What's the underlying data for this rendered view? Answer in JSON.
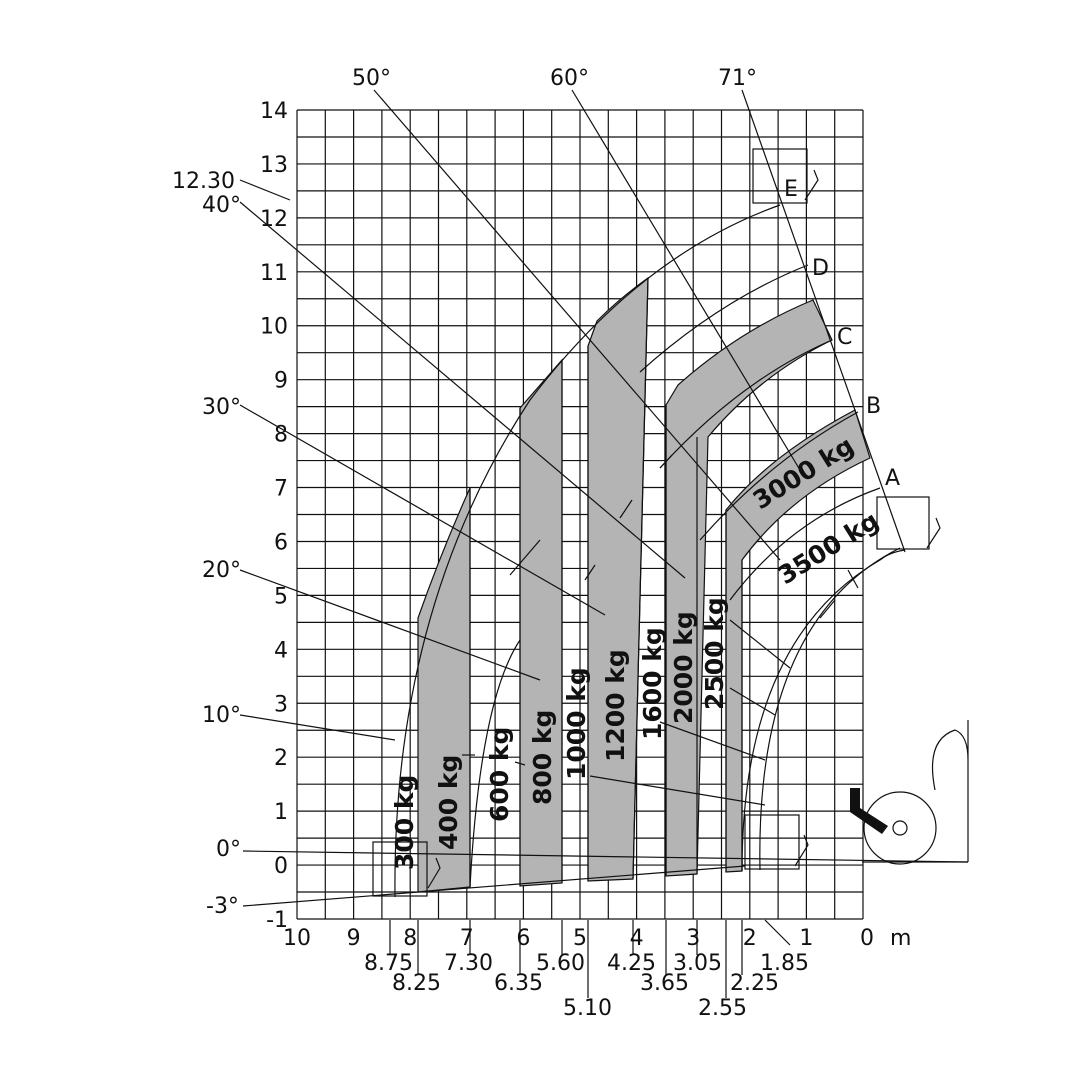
{
  "colors": {
    "band": "#b4b4b4",
    "line": "#111111",
    "background": "#ffffff"
  },
  "axes": {
    "y_ticks": [
      "14",
      "13",
      "12",
      "11",
      "10",
      "9",
      "8",
      "7",
      "6",
      "5",
      "4",
      "3",
      "2",
      "1",
      "0",
      "-1"
    ],
    "x_ticks": [
      "10",
      "9",
      "8",
      "7",
      "6",
      "5",
      "4",
      "3",
      "2",
      "1",
      "0"
    ],
    "x_unit": "m",
    "y_range": [
      -1,
      14
    ],
    "x_range": [
      10,
      0
    ]
  },
  "max_height_label": "12.30",
  "angles": [
    "71°",
    "60°",
    "50°",
    "40°",
    "30°",
    "20°",
    "10°",
    "0°",
    "-3°"
  ],
  "reach_labels": [
    "8.75",
    "8.25",
    "7.30",
    "6.35",
    "5.60",
    "5.10",
    "4.25",
    "3.65",
    "3.05",
    "2.55",
    "2.25",
    "1.85"
  ],
  "loads": [
    "300 kg",
    "400 kg",
    "600 kg",
    "800 kg",
    "1000 kg",
    "1200 kg",
    "1600 kg",
    "2000 kg",
    "2500 kg",
    "3000 kg",
    "3500 kg"
  ],
  "extension_points": [
    "A",
    "B",
    "C",
    "D",
    "E"
  ]
}
